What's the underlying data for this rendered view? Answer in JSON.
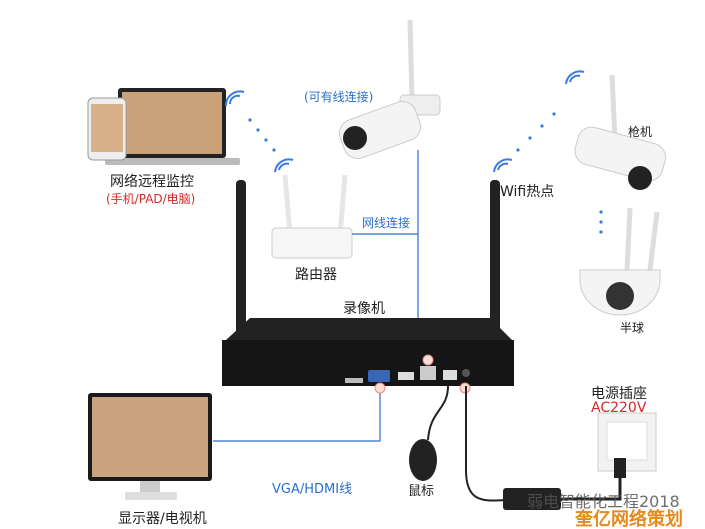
{
  "labels": {
    "remote_monitor": "网络远程监控",
    "remote_devices": "(手机/PAD/电脑)",
    "wired_optional": "(可有线连接)",
    "cable_link": "网线连接",
    "router": "路由器",
    "wifi_hotspot": "Wifi热点",
    "bullet_camera": "枪机",
    "dome_camera": "半球",
    "nvr": "录像机",
    "power_socket": "电源插座",
    "voltage": "AC220V",
    "vga_hdmi": "VGA/HDMI线",
    "mouse": "鼠标",
    "monitor": "显示器/电视机"
  },
  "watermark": {
    "line1": "弱电智能化工程2018",
    "line2": "奎亿网络策划"
  },
  "colors": {
    "link": "#2a6fd0",
    "accent_red": "#d42a2a",
    "watermark_orange": "#e58a1f"
  }
}
